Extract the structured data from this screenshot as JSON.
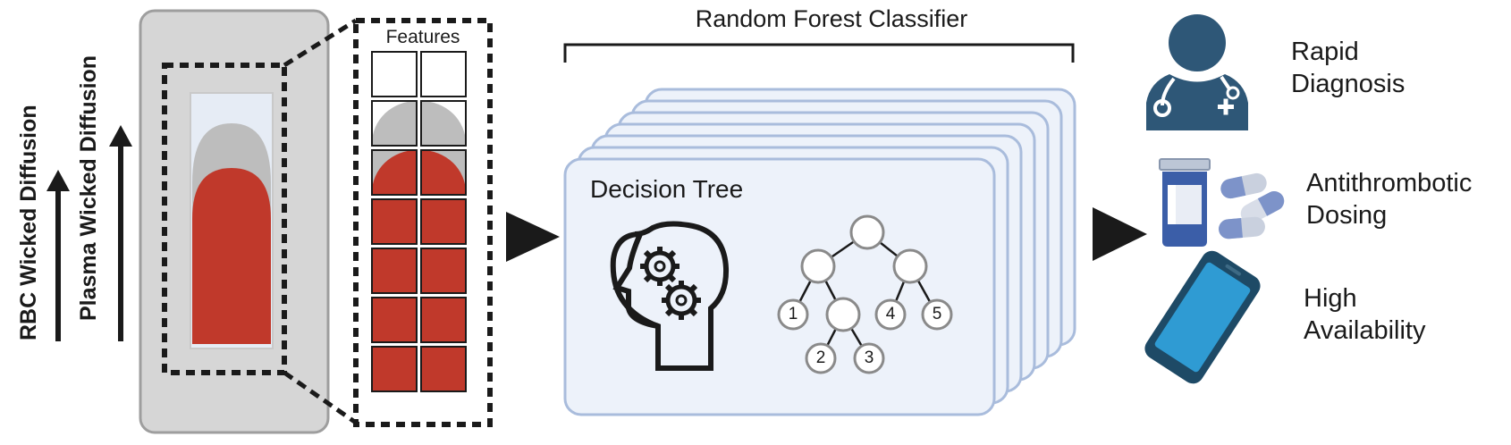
{
  "axis_labels": {
    "rbc": "RBC Wicked Diffusion",
    "plasma": "Plasma Wicked Diffusion"
  },
  "features": {
    "title": "Features"
  },
  "classifier": {
    "title": "Random Forest Classifier",
    "card_title": "Decision Tree",
    "leaf_labels": [
      "1",
      "2",
      "3",
      "4",
      "5"
    ]
  },
  "outcomes": {
    "rapid": {
      "line1": "Rapid",
      "line2": "Diagnosis",
      "icon": "doctor-icon"
    },
    "dosing": {
      "line1": "Antithrombotic",
      "line2": "Dosing",
      "icon": "pills-icon"
    },
    "availability": {
      "line1": "High",
      "line2": "Availability",
      "icon": "smartphone-icon"
    }
  },
  "colors": {
    "rbc_red": "#c0392b",
    "plasma_gray": "#bdbdbd",
    "card_fill": "#edf2fa",
    "card_stroke": "#a9bcdc",
    "accent_blue": "#2e5777"
  }
}
